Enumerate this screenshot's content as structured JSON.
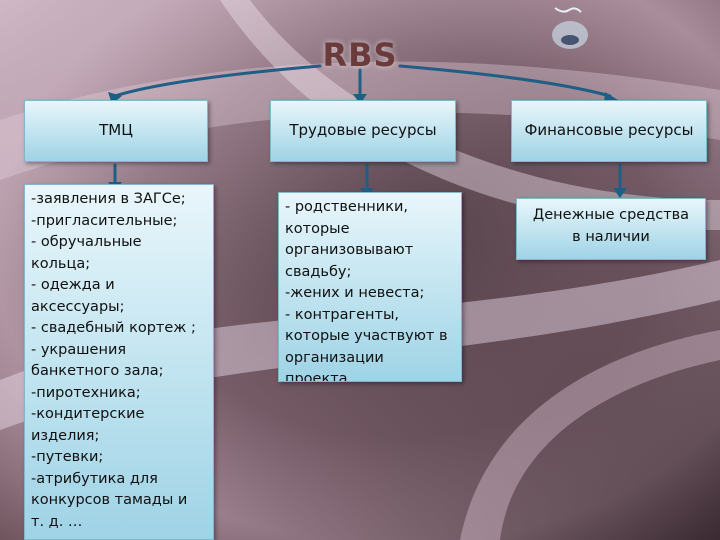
{
  "title": "RBS",
  "columns": [
    {
      "header": "ТМЦ",
      "lines": [
        "-заявления в ЗАГСе;",
        "-пригласительные;",
        "- обручальные",
        "кольца;",
        "- одежда и",
        "аксессуары;",
        "- свадебный кортеж ;",
        "- украшения",
        "банкетного зала;",
        "-пиротехника;",
        "-кондитерские",
        "изделия;",
        "-путевки;",
        "-атрибутика для",
        "конкурсов тамады и",
        "т. д. …"
      ]
    },
    {
      "header": "Трудовые ресурсы",
      "lines": [
        "- родственники,",
        "которые",
        "организовывают",
        "свадьбу;",
        "-жених и невеста;",
        "- контрагенты,",
        "которые участвуют в",
        "организации",
        "проекта"
      ]
    },
    {
      "header": "Финансовые ресурсы",
      "lines": [
        "Денежные средства",
        "в наличии"
      ]
    }
  ],
  "colors": {
    "box_top": "#e9f6fb",
    "box_bottom": "#9fd3e6",
    "arrow": "#1f5f86",
    "title": "#6b3a3a"
  }
}
